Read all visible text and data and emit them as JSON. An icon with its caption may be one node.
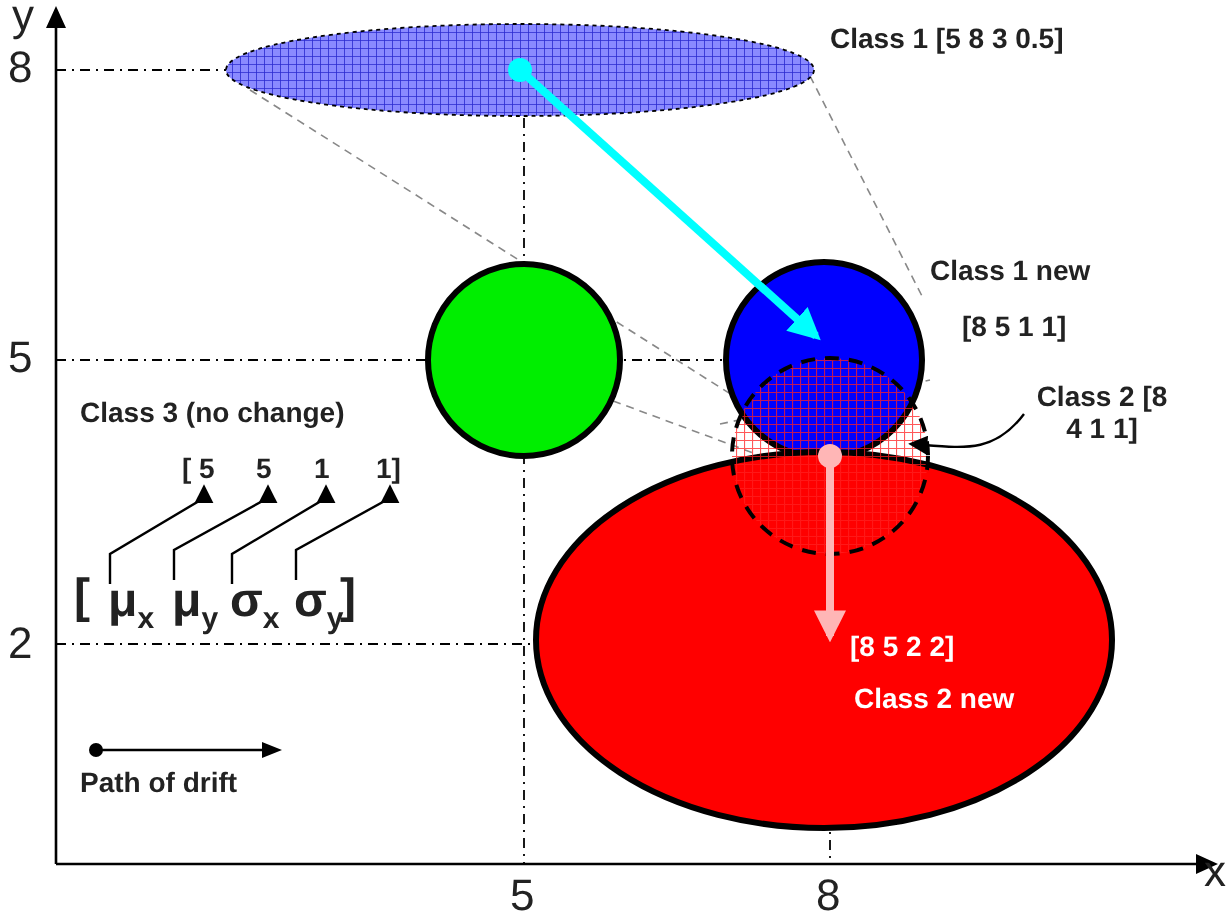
{
  "diagram": {
    "nodes": [
      {
        "text": [
          "Class 1 [5 8 3 0.5]"
        ]
      },
      {
        "text": [],
        "shape": "circle"
      },
      {
        "text": [
          "Class 1 new",
          "[8 5 1 1]"
        ]
      },
      {
        "text": [
          "Class 2 [8 4 1 1]"
        ]
      },
      {
        "text": [],
        "shape": "circle"
      },
      {
        "text": [
          "[ 5"
        ]
      },
      {
        "text": [
          "5"
        ]
      },
      {
        "text": [
          "1"
        ]
      },
      {
        "text": [
          "1]"
        ]
      },
      {
        "text": [
          "μ$_{x}$"
        ]
      },
      {
        "text": [
          "μ$_{y}$"
        ]
      },
      {
        "text": [
          "σ$_{x}$"
        ]
      },
      {
        "text": [
          "σ$_{y}$"
        ]
      },
      {
        "text": [
          "[8 5 2 2]",
          "Class 2 new"
        ]
      }
    ],
    "edges": [
      {
        "from": 0,
        "to": 2,
        "arrow": "to",
        "style": "thick",
        "color": "#00ffff"
      },
      {
        "from": 3,
        "to": 4,
        "arrow": "to"
      },
      {
        "from": 9,
        "to": 5,
        "arrow": "to"
      },
      {
        "from": 10,
        "to": 6,
        "arrow": "to"
      },
      {
        "from": 11,
        "to": 7,
        "arrow": "to"
      },
      {
        "from": 12,
        "to": 8,
        "arrow": "to"
      },
      {
        "from": 4,
        "to": 13,
        "arrow": "to",
        "style": "thick",
        "color": "#ffb6b6"
      }
    ],
    "labels": [
      "y",
      "8",
      "5",
      "Class 3 (no change)",
      "[",
      "]",
      "2",
      "5",
      "8",
      "x"
    ],
    "legend": [
      {
        "text": "Path of drift"
      }
    ]
  }
}
